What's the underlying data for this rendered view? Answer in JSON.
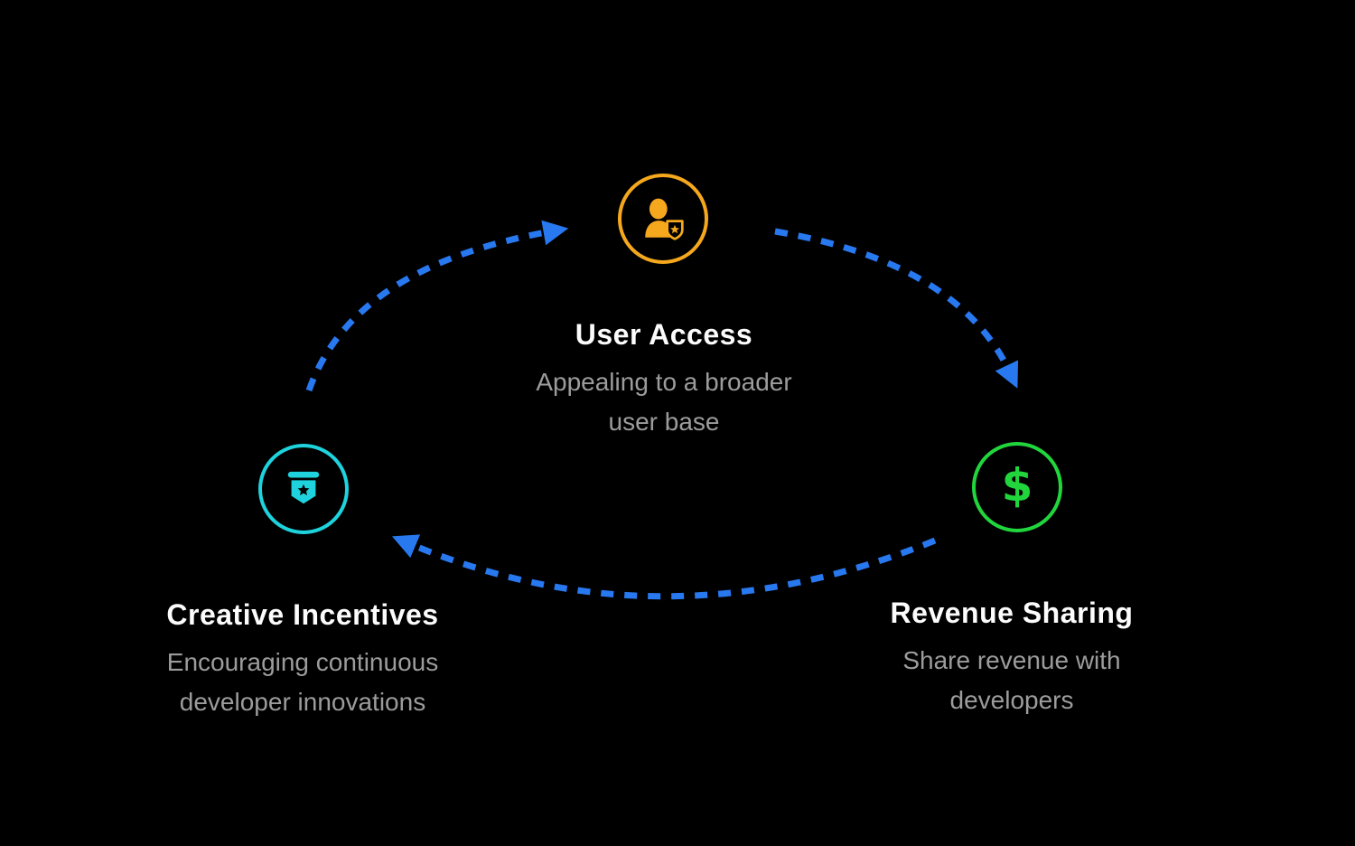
{
  "diagram": {
    "type": "three-node-cycle",
    "background_color": "#000000"
  },
  "nodes": {
    "user_access": {
      "title": "User Access",
      "subtitle_line1": "Appealing to a broader",
      "subtitle_line2": "user base",
      "icon": "user-badge-icon",
      "accent_color": "#F5A81D"
    },
    "revenue_sharing": {
      "title": "Revenue Sharing",
      "subtitle_line1": "Share revenue with",
      "subtitle_line2": "developers",
      "icon": "dollar-icon",
      "dollar_glyph": "$",
      "accent_color": "#21D63C"
    },
    "creative_incentives": {
      "title": "Creative Incentives",
      "subtitle_line1": "Encouraging continuous",
      "subtitle_line2": "developer innovations",
      "icon": "pennant-star-icon",
      "accent_color": "#1ED3DD"
    }
  },
  "arrows": {
    "color": "#2878F0",
    "style": "dashed",
    "links": [
      {
        "from": "creative_incentives",
        "to": "user_access"
      },
      {
        "from": "user_access",
        "to": "revenue_sharing"
      },
      {
        "from": "revenue_sharing",
        "to": "creative_incentives"
      }
    ]
  },
  "colors": {
    "background": "#000000",
    "arrow_blue": "#2878F0",
    "user_access_orange": "#F5A81D",
    "creative_cyan": "#1ED3DD",
    "revenue_green": "#21D63C",
    "title_white": "#FCFCFC",
    "subtitle_gray": "#9C9C9C"
  }
}
